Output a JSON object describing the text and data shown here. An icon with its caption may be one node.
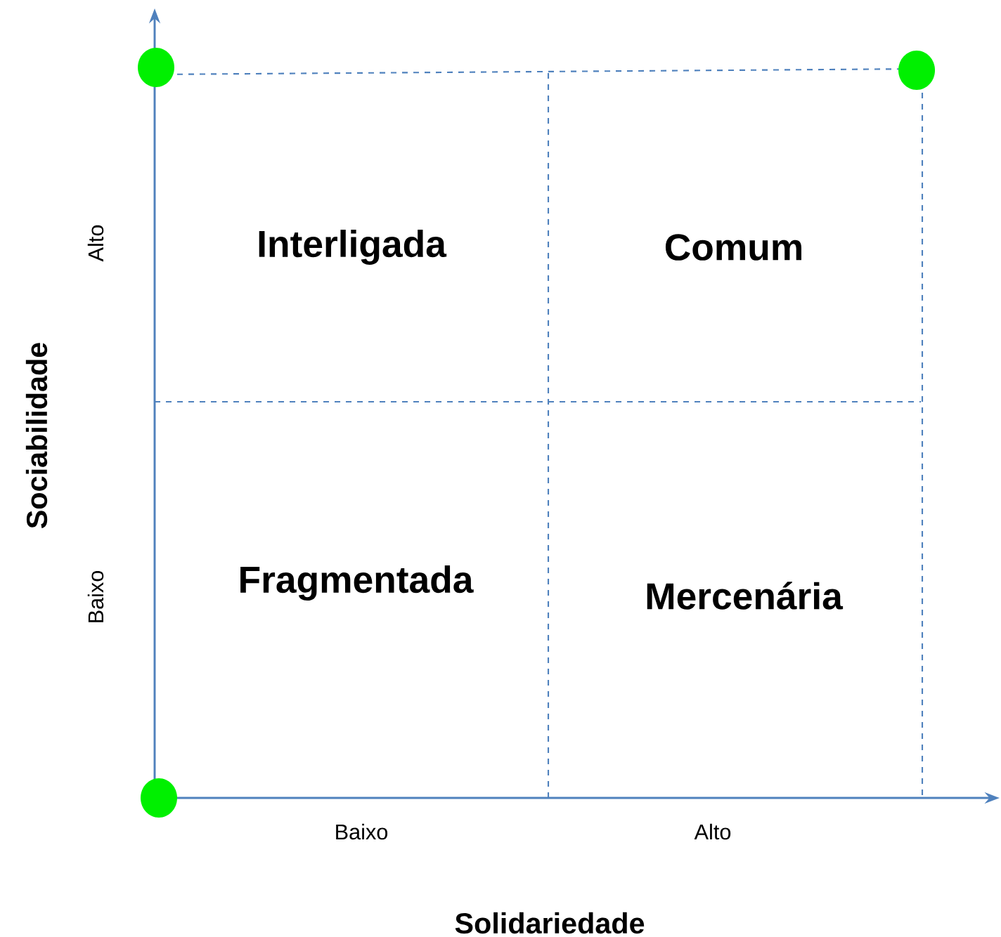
{
  "diagram": {
    "labels": [
      "Alto",
      "Interligada",
      "Comum",
      "Sociabilidade",
      "Baixo",
      "Fragmentada",
      "Mercenária",
      "Baixo",
      "Alto",
      "Solidariedade"
    ]
  }
}
